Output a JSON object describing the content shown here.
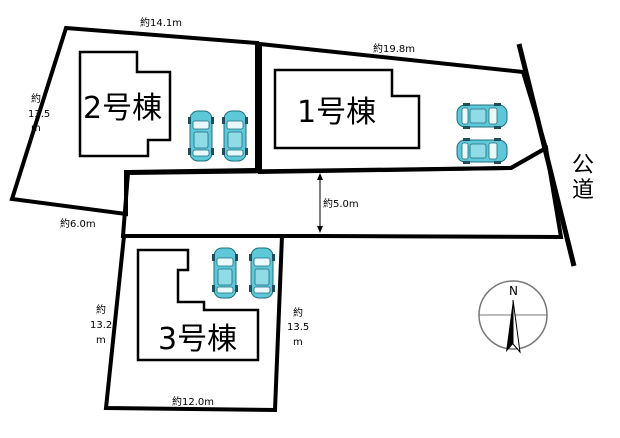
{
  "buildings": {
    "b1": "1号棟",
    "b2": "2号棟",
    "b3": "3号棟"
  },
  "dimensions": {
    "top_left_width": "約14.1m",
    "top_right_width": "約19.8m",
    "left_depth_line1": "約",
    "left_depth_line2": "13.5",
    "left_depth_line3": "m",
    "flag_width": "約6.0m",
    "drive_width": "約5.0m",
    "lot3_left_line1": "約",
    "lot3_left_line2": "13.2",
    "lot3_left_line3": "m",
    "lot3_right_line1": "約",
    "lot3_right_line2": "13.5",
    "lot3_right_line3": "m",
    "lot3_bottom": "約12.0m"
  },
  "road": {
    "char1": "公",
    "char2": "道"
  },
  "compass": {
    "north": "N"
  },
  "colors": {
    "car": "#5fc8d8",
    "car_dark": "#2a8fa3",
    "line": "#000000"
  },
  "icons": [
    "car-icon",
    "compass-icon"
  ]
}
